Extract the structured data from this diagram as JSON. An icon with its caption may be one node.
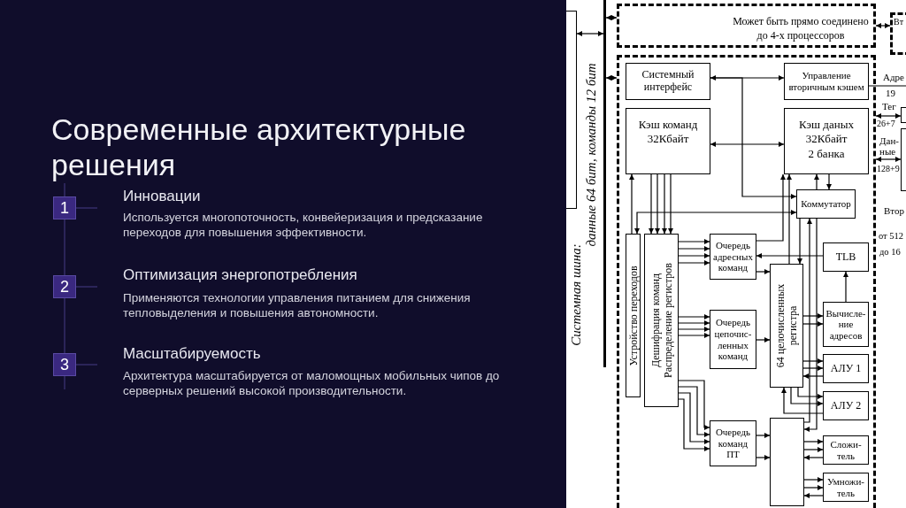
{
  "diagram": {
    "title": "Современные архитектурные решения",
    "nodes": [
      {
        "text": [
          "1"
        ],
        "beside": [
          "Инновации",
          "Используется многопоточность, конвейеризация и предсказание переходов для повышения эффективности."
        ]
      },
      {
        "text": [
          "2"
        ],
        "beside": [
          "Оптимизация энергопотребления",
          "Применяются технологии управления питанием для снижения тепловыделения и повышения автономности."
        ]
      },
      {
        "text": [
          "3"
        ],
        "beside": [
          "Масштабируемость",
          "Архитектура масштабируется от маломощных мобильных чипов до серверных решений высокой производительности."
        ]
      },
      {
        "text": [],
        "shape": "box"
      },
      {
        "text": [],
        "shape": "bar",
        "beside": [
          "Системная шина:",
          "данные 64 бит, команды 12 бит"
        ]
      },
      {
        "text": [
          "Может быть прямо соединено до 4-х процессоров"
        ]
      },
      {
        "text": [],
        "shape": "box"
      },
      {
        "text": [
          "Вт"
        ]
      },
      {
        "text": [
          "Системный интерфейс"
        ],
        "in": 6
      },
      {
        "text": [
          "Управление вторичным кэшем"
        ],
        "in": 6
      },
      {
        "text": [
          "Кэш команд 32Кбайт"
        ],
        "in": 6
      },
      {
        "text": [
          "Кэш даных 32Кбайт 2 банка"
        ],
        "in": 6
      },
      {
        "text": [
          "Коммутатор"
        ],
        "in": 6
      },
      {
        "text": [
          "Устройство переходов"
        ],
        "in": 6
      },
      {
        "text": [
          "Дешифрация команд",
          "Распределение регистров"
        ],
        "in": 6
      },
      {
        "text": [
          "Очередь адресных команд"
        ],
        "in": 6
      },
      {
        "text": [
          "Очередь цепочис-ленных команд"
        ],
        "in": 6
      },
      {
        "text": [
          "64 целочисленных регистра"
        ],
        "in": 6
      },
      {
        "text": [
          "TLB"
        ],
        "in": 6
      },
      {
        "text": [
          "Вычисле-ние адресов"
        ],
        "in": 6
      },
      {
        "text": [
          "АЛУ 1"
        ],
        "in": 6
      },
      {
        "text": [
          "АЛУ 2"
        ],
        "in": 6
      },
      {
        "text": [
          "Очередь команд ПТ"
        ],
        "in": 6
      },
      {
        "text": [],
        "shape": "box",
        "in": 6
      },
      {
        "text": [
          "Сложи-тель"
        ],
        "in": 6
      },
      {
        "text": [
          "Умножи-тель"
        ],
        "in": 6
      },
      {
        "text": [],
        "shape": "box"
      },
      {
        "text": [],
        "shape": "box"
      }
    ],
    "edges": [
      {
        "from": 0,
        "to": 1,
        "arrow": "none",
        "color": "#3f3578"
      },
      {
        "from": 1,
        "to": 2,
        "arrow": "none",
        "color": "#3f3578"
      },
      {
        "from": 3,
        "to": 4,
        "arrow": "both"
      },
      {
        "from": 4,
        "to": 5,
        "arrow": "both"
      },
      {
        "from": 4,
        "to": 6,
        "arrow": "both"
      },
      {
        "from": 5,
        "to": 7,
        "arrow": "both"
      },
      {
        "from": 8,
        "to": 9,
        "arrow": "both"
      },
      {
        "from": 8,
        "to": 12,
        "arrow": "to"
      },
      {
        "from": 10,
        "to": 11,
        "arrow": "both"
      },
      {
        "from": 9,
        "to": null,
        "arrow": "none",
        "label": "Адре"
      },
      {
        "from": 6,
        "to": 26,
        "arrow": "both",
        "label": "Тег"
      },
      {
        "from": 6,
        "to": 27,
        "arrow": "both",
        "label": "Дан-ные"
      },
      {
        "from": 13,
        "to": 10,
        "arrow": "to"
      },
      {
        "from": 12,
        "to": 13,
        "arrow": "both"
      },
      {
        "from": 10,
        "to": 14,
        "arrow": "to"
      },
      {
        "from": 10,
        "to": 14,
        "arrow": "to"
      },
      {
        "from": 10,
        "to": 14,
        "arrow": "to"
      },
      {
        "from": 10,
        "to": 14,
        "arrow": "to"
      },
      {
        "from": 14,
        "to": 15,
        "arrow": "to"
      },
      {
        "from": 14,
        "to": 15,
        "arrow": "to"
      },
      {
        "from": 14,
        "to": 15,
        "arrow": "to"
      },
      {
        "from": 14,
        "to": 15,
        "arrow": "to"
      },
      {
        "from": 14,
        "to": 16,
        "arrow": "to"
      },
      {
        "from": 14,
        "to": 16,
        "arrow": "to"
      },
      {
        "from": 14,
        "to": 16,
        "arrow": "to"
      },
      {
        "from": 14,
        "to": 16,
        "arrow": "to"
      },
      {
        "from": 14,
        "to": 22,
        "arrow": "to"
      },
      {
        "from": 14,
        "to": 22,
        "arrow": "to"
      },
      {
        "from": 14,
        "to": 22,
        "arrow": "to"
      },
      {
        "from": 14,
        "to": 22,
        "arrow": "to"
      },
      {
        "from": 15,
        "to": 17,
        "arrow": "to"
      },
      {
        "from": 16,
        "to": 17,
        "arrow": "to"
      },
      {
        "from": 18,
        "to": 15,
        "arrow": "to"
      },
      {
        "from": 19,
        "to": 18,
        "arrow": "to"
      },
      {
        "from": 17,
        "to": 19,
        "arrow": "to"
      },
      {
        "from": 17,
        "to": 19,
        "arrow": "to"
      },
      {
        "from": 17,
        "to": 20,
        "arrow": "to"
      },
      {
        "from": 17,
        "to": 20,
        "arrow": "to"
      },
      {
        "from": 20,
        "to": 17,
        "arrow": "to"
      },
      {
        "from": 17,
        "to": 21,
        "arrow": "to"
      },
      {
        "from": 17,
        "to": 21,
        "arrow": "to"
      },
      {
        "from": 21,
        "to": 17,
        "arrow": "to"
      },
      {
        "from": 22,
        "to": 23,
        "arrow": "to"
      },
      {
        "from": 22,
        "to": 23,
        "arrow": "to"
      },
      {
        "from": 23,
        "to": 24,
        "arrow": "to"
      },
      {
        "from": 23,
        "to": 24,
        "arrow": "to"
      },
      {
        "from": 24,
        "to": 23,
        "arrow": "to"
      },
      {
        "from": 23,
        "to": 25,
        "arrow": "to"
      },
      {
        "from": 23,
        "to": 25,
        "arrow": "to"
      },
      {
        "from": 25,
        "to": 23,
        "arrow": "to"
      },
      {
        "from": 12,
        "to": 11,
        "arrow": "to"
      },
      {
        "from": 11,
        "to": 12,
        "arrow": "to"
      },
      {
        "from": 15,
        "to": 11,
        "arrow": "to"
      },
      {
        "from": 17,
        "to": 11,
        "arrow": "to"
      },
      {
        "from": 12,
        "to": 17,
        "arrow": "to"
      },
      {
        "from": 23,
        "to": 12,
        "arrow": "to"
      },
      {
        "from": 12,
        "to": 23,
        "arrow": "to"
      }
    ],
    "labels": [
      "19",
      "26+7",
      "128+9",
      "Втор",
      "от 512",
      "до 16"
    ]
  }
}
